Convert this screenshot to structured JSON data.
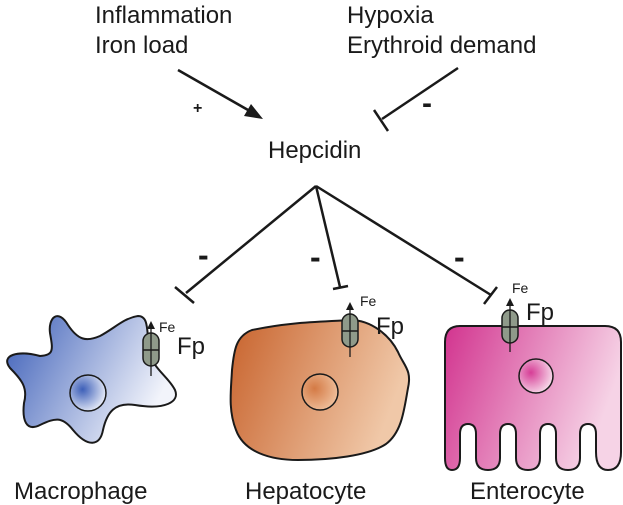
{
  "inputs": {
    "left_line1": "Inflammation",
    "left_line2": "Iron load",
    "right_line1": "Hypoxia",
    "right_line2": "Erythroid demand"
  },
  "signs": {
    "left_effect": "+",
    "right_effect": "-",
    "macrophage_effect": "-",
    "hepatocyte_effect": "-",
    "enterocyte_effect": "-"
  },
  "center": {
    "label": "Hepcidin"
  },
  "transporter": {
    "name": "Fp",
    "ion": "Fe"
  },
  "cells": {
    "macrophage": "Macrophage",
    "hepatocyte": "Hepatocyte",
    "enterocyte": "Enterocyte"
  },
  "colors": {
    "macrophage_fill": "#4a6cc0",
    "hepatocyte_fill": "#c96a35",
    "enterocyte_fill": "#d63d96",
    "transporter_fill": "#8f9a8a",
    "line": "#1a1a1a"
  }
}
